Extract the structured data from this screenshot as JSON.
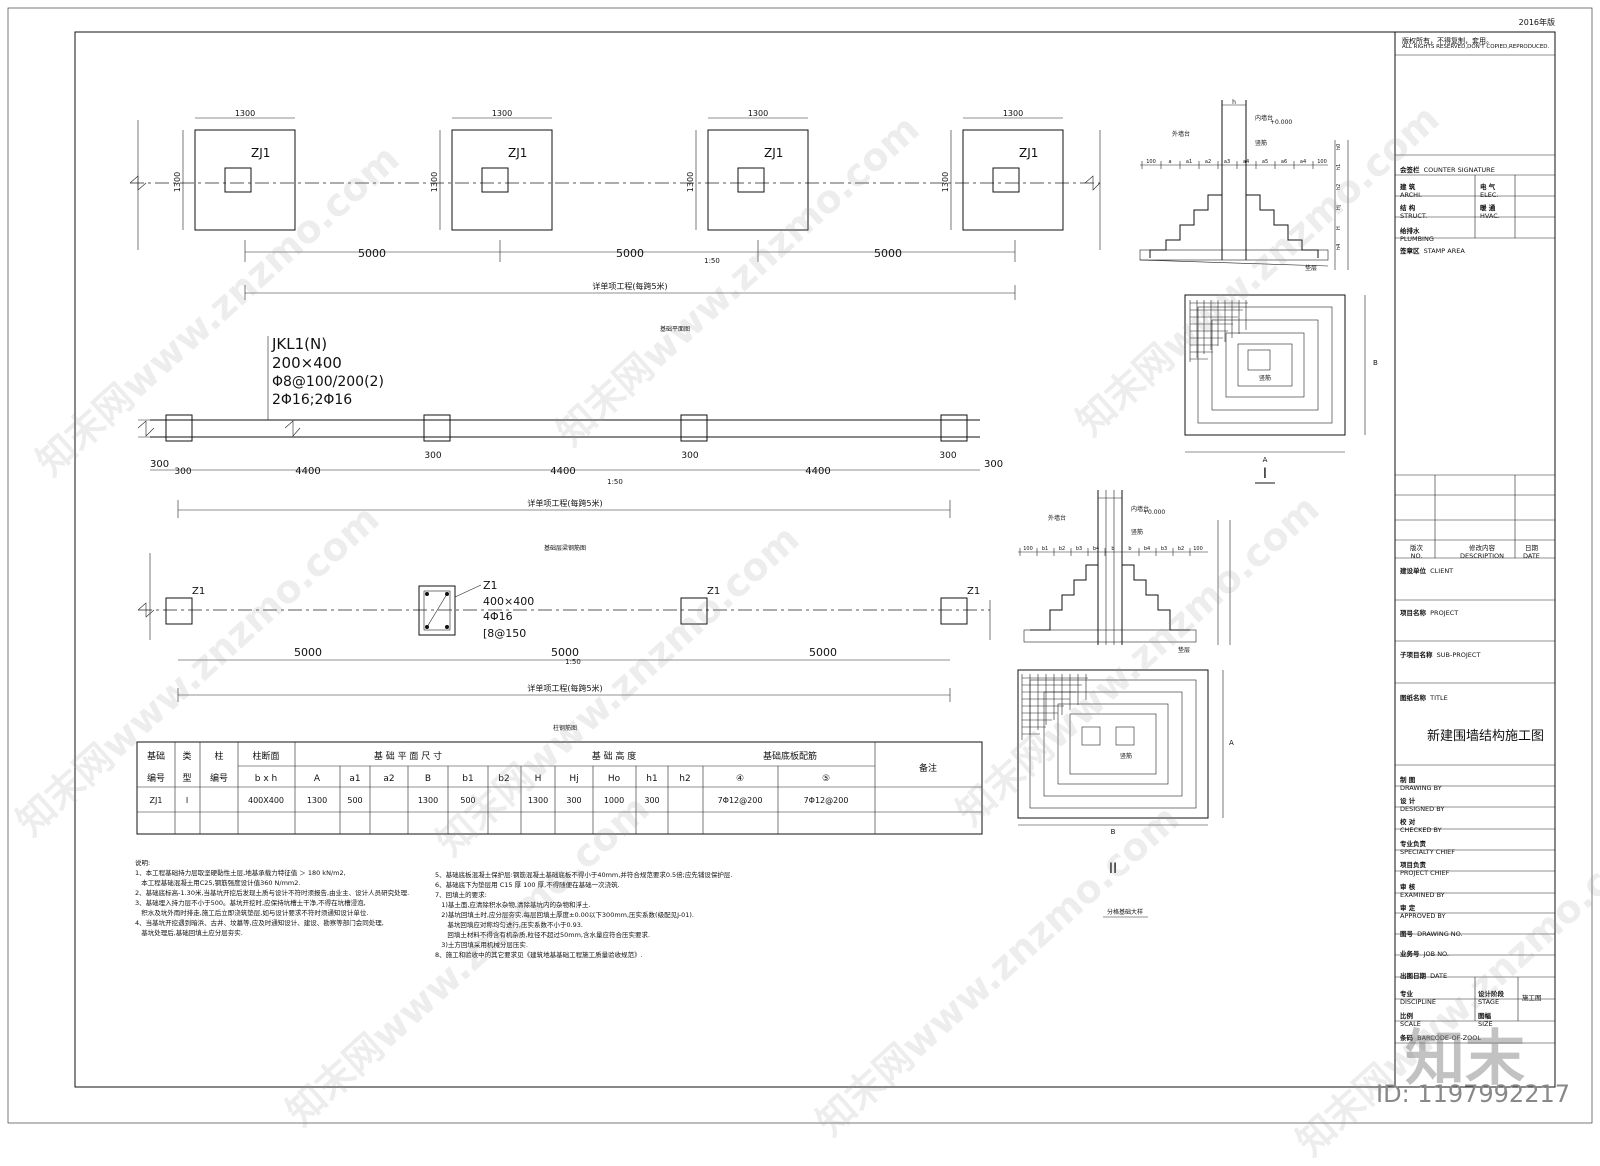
{
  "sheet": {
    "edition": "2016年版",
    "copyright_cn": "版权所有，不得复制，套用。",
    "copyright_en": "ALL RIGHTS RESERVED,DON'T COPIED,REPRODUCED.",
    "id_label": "ID: 1197992217",
    "watermark": "知末网www.znzmo.com",
    "logo": "知末"
  },
  "plan1": {
    "dim_width": "1300",
    "dim_height": "1300",
    "footing_label": "ZJ1",
    "span": "5000",
    "scale": "1:50",
    "range_note": "详单项工程(每跨5米)",
    "title": "基础平面图"
  },
  "beam": {
    "name": "JKL1(N)",
    "size": "200×400",
    "stirrup": "Φ8@100/200(2)",
    "bars": "2Φ16;2Φ16",
    "end_dim": "300",
    "span": "4400",
    "scale": "1:50",
    "range_note": "详单项工程(每跨5米)",
    "title": "基础层梁钢筋图"
  },
  "column": {
    "name": "Z1",
    "size": "400×400",
    "bars": "4Φ16",
    "stirrup": "[8@150",
    "span": "5000",
    "scale": "1:50",
    "range_note": "详单项工程(每跨5米)",
    "title": "柱钢筋图"
  },
  "table": {
    "head1": [
      "基础\n编号",
      "类\n型",
      "柱\n编号",
      "柱断面",
      "基 础 平 面 尺 寸",
      "基 础 高 度",
      "基础底板配筋",
      "备注"
    ],
    "head2": [
      "b x h",
      "A",
      "a1",
      "a2",
      "B",
      "b1",
      "b2",
      "H",
      "Hj",
      "Ho",
      "h1",
      "h2",
      "④",
      "⑤"
    ],
    "row": [
      "ZJ1",
      "I",
      "",
      "400X400",
      "1300",
      "500",
      "",
      "1300",
      "500",
      "",
      "1300",
      "300",
      "1000",
      "300",
      "",
      "7Φ12@200",
      "7Φ12@200",
      ""
    ]
  },
  "notes_left": "说明:\n1、本工程基础持力层取坚硬黏性土层,地基承载力特征值 ＞ 180 kN/m2,\n   本工程基础混凝土用C25,钢筋强度设计值360 N/mm2.\n2、基础底标高-1.30米,当基坑开挖后发现土质与设计不符时须报告,由业主、设计人员研究处理.\n3、基础埋入持力层不小于500。基坑开挖时,应保持坑槽土干净,不得在坑槽浸泡,\n   积水及坑外雨时排走,施工后立即浇筑垫层,如与设计要求不符时须通知设计单位.\n4、当基坑开挖遇到暗浜、古井、坟墓等,应及时通知设计、建设、勘察等部门会同处理,\n   基坑处理后,基础回填土应分层夯实.",
  "notes_right": "5、基础底板混凝土保护层:钢筋混凝土基础底板不得小于40mm,并符合规范要求0.5倍;应先铺设保护层.\n6、基础底下为垫层用 C15 厚 100 厚,不得随便在基础一次浇筑.\n7、回填土的要求:\n   1)基土面,应清除积水杂物,清除基坑内的杂物和浮土.\n   2)基坑回填土时,应分层夯实,每层回填土厚度±0.00以下300mm,压实系数(级配见J-01).\n      基坑回填应对称均匀进行,压实系数不小于0.93.\n      回填土材料不得含有机杂质,粒径不超过50mm,含水量应符合压实要求.\n   3)土方回填采用机械分层压实.\n8、施工和验收中的其它要求见《建筑地基基础工程施工质量验收规范》.",
  "detail1": {
    "label_outer": "外墙台",
    "label_inner": "内墙台",
    "label_mark": "竖筋",
    "label_pad": "垫层",
    "elev": "+0.000",
    "dims_top": [
      "100",
      "a",
      "a1",
      "a2",
      "a3",
      "a4",
      "a5",
      "a6",
      "a4",
      "100"
    ],
    "dims_side": [
      "h0",
      "h1",
      "h2",
      "Hj",
      "H",
      "h4"
    ],
    "section": "I",
    "axis_a": "A",
    "axis_b": "B",
    "dim_h": "h"
  },
  "detail2": {
    "label_outer": "外墙台",
    "label_inner": "内墙台",
    "label_mark": "竖筋",
    "label_pad": "垫层",
    "elev": "+0.000",
    "dims_top": [
      "100",
      "b1",
      "b2",
      "b3",
      "b4",
      "b",
      "b",
      "b4",
      "b3",
      "b2",
      "100"
    ],
    "section": "II",
    "title": "分格基础大样",
    "axis_a": "A",
    "axis_b": "B"
  },
  "title_block": {
    "counter_signature": [
      "会签栏",
      "COUNTER SIGNATURE"
    ],
    "archi": [
      "建  筑",
      "ARCHI."
    ],
    "elec": [
      "电  气",
      "ELEC."
    ],
    "struct": [
      "结  构",
      "STRUCT."
    ],
    "hvac": [
      "暖  通",
      "HVAC."
    ],
    "plumbing": [
      "给排水",
      "PLUMBING"
    ],
    "stamp": [
      "签章区",
      "STAMP AREA"
    ],
    "no": [
      "版次",
      "NO."
    ],
    "description": [
      "修改内容",
      "DESCRIPTION"
    ],
    "date": [
      "日期",
      "DATE"
    ],
    "client": [
      "建设单位",
      "CLIENT"
    ],
    "project": [
      "项目名称",
      "PROJECT"
    ],
    "sub_project": [
      "子项目名称",
      "SUB-PROJECT"
    ],
    "title_label": [
      "图纸名称",
      "TITLE"
    ],
    "drawing_title": "新建围墙结构施工图",
    "drawing_by": [
      "制  图",
      "DRAWING BY"
    ],
    "designed_by": [
      "设  计",
      "DESIGNED BY"
    ],
    "checked_by": [
      "校  对",
      "CHECKED BY"
    ],
    "specialty_chief": [
      "专业负责",
      "SPECIALTY CHIEF"
    ],
    "project_chief": [
      "项目负责",
      "PROJECT CHIEF"
    ],
    "examined_by": [
      "审  核",
      "EXAMINED BY"
    ],
    "approved_by": [
      "审  定",
      "APPROVED BY"
    ],
    "drawing_no": [
      "图号",
      "DRAWING NO."
    ],
    "job_no": [
      "业务号",
      "JOB NO."
    ],
    "date_out": [
      "出图日期",
      "DATE"
    ],
    "discipline": [
      "专业",
      "DISCIPLINE"
    ],
    "stage": [
      "设计阶段",
      "STAGE"
    ],
    "stage_value": "施工图",
    "scale": [
      "比例",
      "SCALE"
    ],
    "size": [
      "图幅",
      "SIZE"
    ],
    "barcode": [
      "条码",
      "BARCODE-OF-ZOOL"
    ]
  }
}
